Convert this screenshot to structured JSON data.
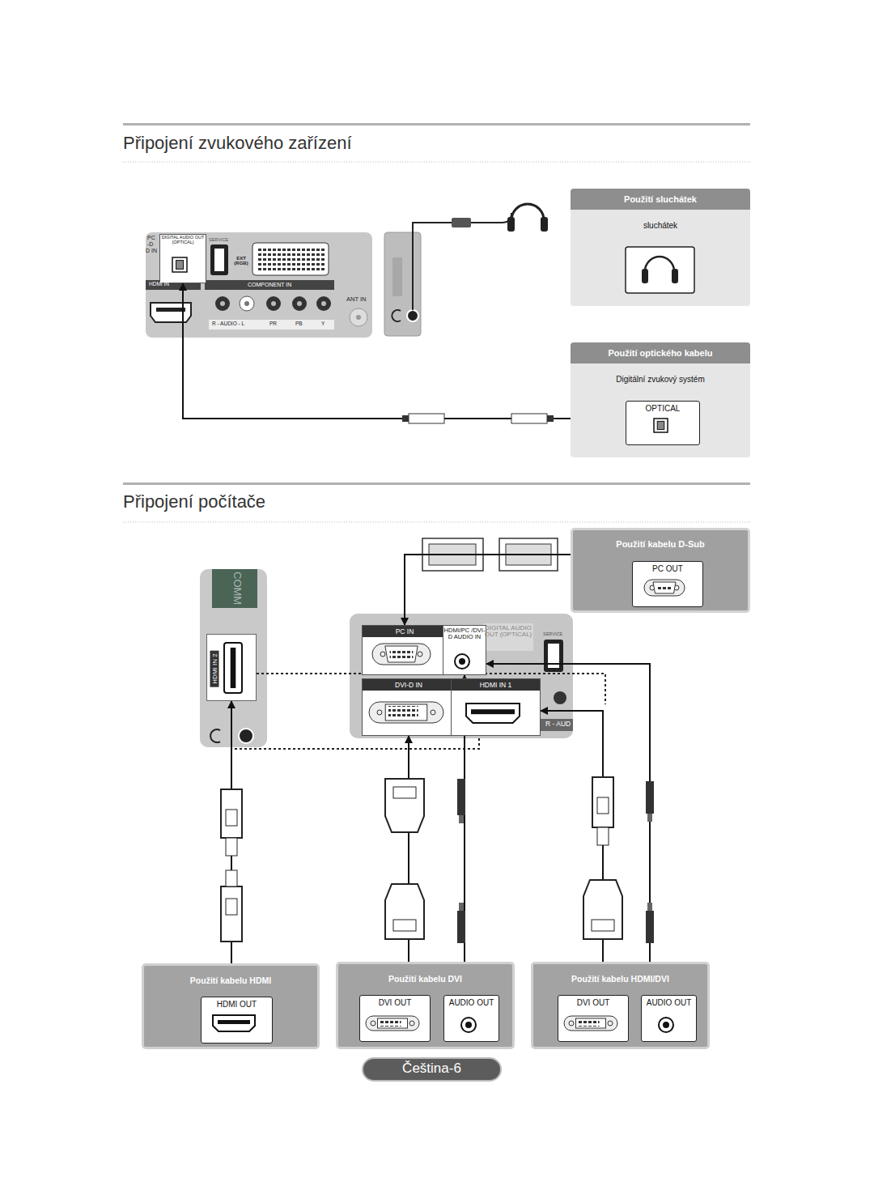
{
  "diagram": {
    "title": "Připojení zvukového zařízení",
    "nodes": [
      {
        "text": [
          "Použití sluchátek",
          "sluchátek"
        ]
      },
      {
        "text": [
          "Použití optického kabelu",
          "Digitální zvukový systém"
        ]
      },
      {
        "text": [
          "OPTICAL"
        ],
        "in": 1
      },
      {
        "text": [
          "DIGITAL AUDIO OUT (OPTICAL)"
        ]
      },
      {
        "text": [
          "Použití kabelu D-Sub"
        ]
      },
      {
        "text": [
          "PC OUT"
        ],
        "in": 4
      },
      {
        "text": [
          "PC IN"
        ]
      },
      {
        "text": [
          "HDMI/PC /DVI-D AUDIO IN"
        ]
      },
      {
        "text": [
          "DVI-D IN"
        ]
      },
      {
        "text": [
          "HDMI IN 1"
        ]
      },
      {
        "text": [
          "HDMI IN 2"
        ]
      },
      {
        "text": [
          "Použití kabelu HDMI"
        ]
      },
      {
        "text": [
          "HDMI OUT"
        ],
        "in": 11
      },
      {
        "text": [
          "Použití kabelu DVI"
        ]
      },
      {
        "text": [
          "DVI OUT"
        ],
        "in": 13
      },
      {
        "text": [
          "AUDIO OUT"
        ],
        "in": 13
      },
      {
        "text": [
          "Použití kabelu HDMI/DVI"
        ]
      },
      {
        "text": [
          "DVI OUT"
        ],
        "in": 16
      },
      {
        "text": [
          "AUDIO OUT"
        ],
        "in": 16
      },
      {
        "text": [
          "Čeština-6"
        ]
      }
    ],
    "edges": [
      {
        "from": 1,
        "to": 3,
        "arrow": "to"
      },
      {
        "from": 4,
        "to": 6,
        "arrow": "to"
      },
      {
        "from": 11,
        "to": 10,
        "arrow": "to"
      },
      {
        "from": 13,
        "to": 8,
        "arrow": "to"
      },
      {
        "from": 13,
        "to": 7,
        "arrow": "to"
      },
      {
        "from": 16,
        "to": 9,
        "arrow": "to"
      },
      {
        "from": 16,
        "to": 7,
        "arrow": "to"
      }
    ],
    "labels": [
      "Připojení počítače",
      "PC",
      "-D",
      "D IN",
      "SERVICE",
      "EXT (RGB)",
      "HDMI IN",
      "COMPONENT IN",
      "ANT IN",
      "R - AUDIO - L",
      "PR",
      "PB",
      "Y",
      "COMM",
      "DIGITAL AUDIO OUT (OPTICAL)",
      "SERVICE",
      "R - AUD"
    ]
  }
}
